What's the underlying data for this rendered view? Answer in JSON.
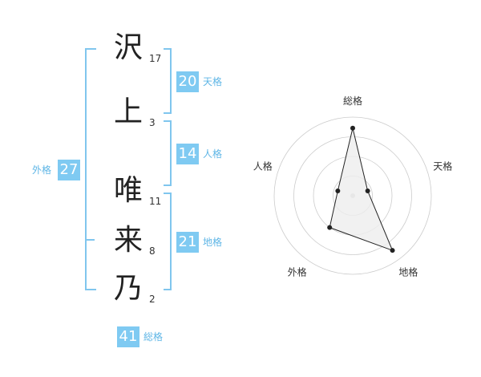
{
  "name": {
    "chars": [
      {
        "char": "沢",
        "strokes": "17"
      },
      {
        "char": "上",
        "strokes": "3"
      },
      {
        "char": "唯",
        "strokes": "11"
      },
      {
        "char": "来",
        "strokes": "8"
      },
      {
        "char": "乃",
        "strokes": "2"
      }
    ]
  },
  "scores": {
    "tenkaku": {
      "value": "20",
      "label": "天格"
    },
    "jinkaku": {
      "value": "14",
      "label": "人格"
    },
    "chikaku": {
      "value": "21",
      "label": "地格"
    },
    "gaikaku": {
      "value": "27",
      "label": "外格"
    },
    "soukaku": {
      "value": "41",
      "label": "総格"
    }
  },
  "chart_data": {
    "type": "radar",
    "axes": [
      "総格",
      "天格",
      "地格",
      "外格",
      "人格"
    ],
    "values": [
      4.3,
      1.0,
      4.3,
      2.5,
      1.0
    ],
    "max": 5,
    "rings": 4,
    "colors": {
      "line": "#222222",
      "fill": "#eeeeee",
      "ring": "#cccccc"
    }
  }
}
